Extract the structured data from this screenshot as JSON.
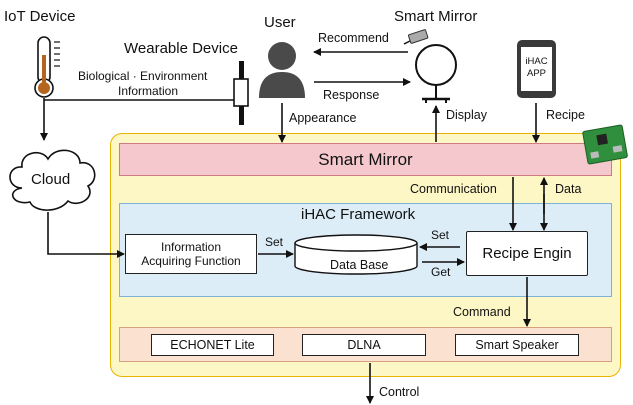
{
  "top": {
    "iot_device": "IoT Device",
    "user": "User",
    "smart_mirror": "Smart Mirror",
    "wearable_device": "Wearable Device",
    "bio_env_line1": "Biological · Environment",
    "bio_env_line2": "Information",
    "recommend": "Recommend",
    "response": "Response",
    "appearance": "Appearance",
    "display": "Display",
    "recipe": "Recipe",
    "ihac_app_line1": "iHAC",
    "ihac_app_line2": "APP",
    "cloud": "Cloud"
  },
  "system": {
    "smart_mirror_bar": "Smart Mirror",
    "communication": "Communication",
    "data": "Data",
    "framework_title": "iHAC Framework",
    "info_func_line1": "Information",
    "info_func_line2": "Acquiring Function",
    "set_left": "Set",
    "database": "Data Base",
    "set_right": "Set",
    "get_right": "Get",
    "recipe_engine": "Recipe Engin",
    "command": "Command",
    "protocols": [
      "ECHONET Lite",
      "DLNA",
      "Smart Speaker"
    ],
    "control": "Control"
  },
  "colors": {
    "outer_fill": "#fdf7c6",
    "outer_border": "#e8b400",
    "mirror_bar": "#f4c8cc",
    "framework_fill": "#dcedf8",
    "bottom_fill": "#fbe2d0"
  }
}
